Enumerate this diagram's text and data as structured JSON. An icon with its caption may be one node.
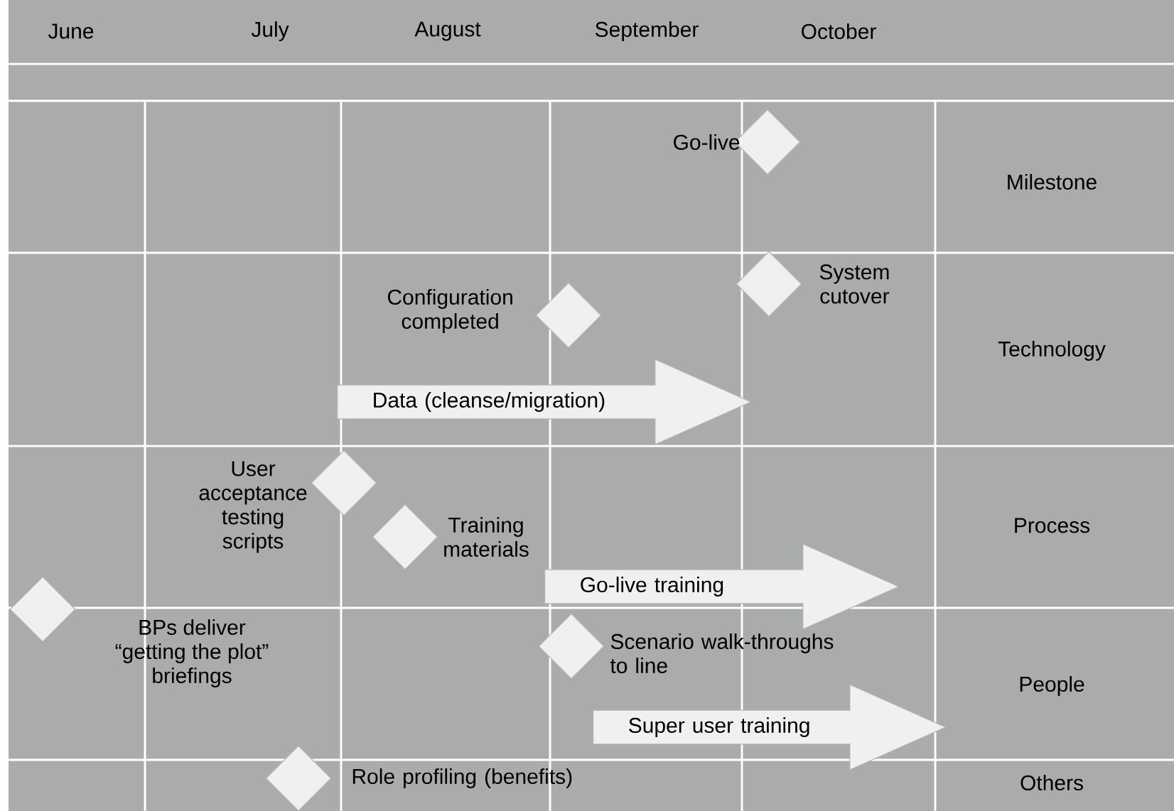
{
  "diagram": {
    "nodes": [
      {
        "text": [],
        "shape": "diamond",
        "beside": [
          "Go-live"
        ]
      },
      {
        "text": [],
        "shape": "diamond",
        "beside": [
          "System cutover"
        ]
      },
      {
        "text": [],
        "shape": "diamond",
        "beside": [
          "Configuration completed"
        ]
      },
      {
        "text": [
          "Data (cleanse/migration)"
        ]
      },
      {
        "text": [],
        "shape": "diamond",
        "beside": [
          "User acceptance testing scripts"
        ]
      },
      {
        "text": [],
        "shape": "diamond",
        "beside": [
          "Training materials"
        ]
      },
      {
        "text": [
          "Go-live training"
        ]
      },
      {
        "text": [],
        "shape": "diamond",
        "beside": [
          "BPs deliver “getting the plot” briefings"
        ]
      },
      {
        "text": [],
        "shape": "diamond",
        "beside": [
          "Scenario walk-throughs to line"
        ]
      },
      {
        "text": [
          "Super user training"
        ]
      },
      {
        "text": [],
        "shape": "diamond",
        "beside": [
          "Role profiling (benefits)"
        ]
      }
    ],
    "labels": [
      "June",
      "July",
      "August",
      "September",
      "October",
      "Milestone",
      "Technology",
      "Process",
      "People",
      "Others"
    ]
  }
}
